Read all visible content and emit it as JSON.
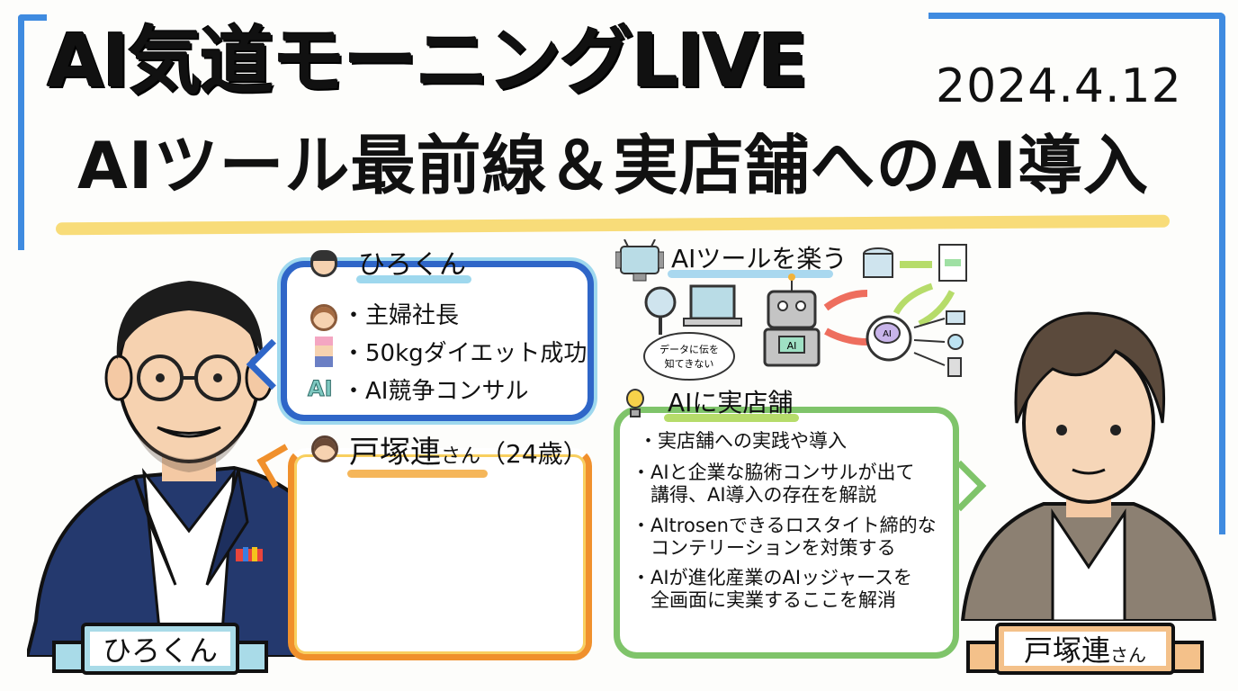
{
  "header": {
    "title": "AI気道モーニングLIVE",
    "date": "2024.4.12",
    "subtitle": "AIツール最前線＆実店舗へのAI導入"
  },
  "hiro_bubble": {
    "name": "ひろくん",
    "items": [
      {
        "icon": "woman-face-icon",
        "text": "・主婦社長"
      },
      {
        "icon": "waist-slim-icon",
        "text": "・50kgダイエット成功"
      },
      {
        "icon": "ai-text-icon",
        "icon_text": "AI",
        "text": "・AI競争コンサル"
      }
    ]
  },
  "totsuka_bubble": {
    "name": "戸塚連",
    "honorific": "さん",
    "age": "（24歳）"
  },
  "ai_tools": {
    "title": "AIツールを楽う",
    "speech": "データに伝を\n知てきない",
    "robot_label": "AI",
    "brain_label": "AI"
  },
  "store_bubble": {
    "title": "AIに実店舗",
    "items": [
      "・実店舗への実践や導入",
      "・AIと企業な脇術コンサルが出て\n　講得、AI導入の存在を解説",
      "・AItrosenできるロスタイト締的な\n　コンテリーションを対策する",
      "・AIが進化産業のAIッジャースを\n　全画面に実業するここを解消"
    ]
  },
  "banners": {
    "left": "ひろくん",
    "right_name": "戸塚連",
    "right_honorific": "さん"
  },
  "colors": {
    "frame_blue": "#3f8be0",
    "hiro_blue": "#2f66c8",
    "hiro_light": "#9ed8ee",
    "orange": "#f0902c",
    "green": "#7fc46a",
    "yellow_highlight": "#f7d86a",
    "suit_navy": "#24396e",
    "jacket_taupe": "#8c8072"
  }
}
